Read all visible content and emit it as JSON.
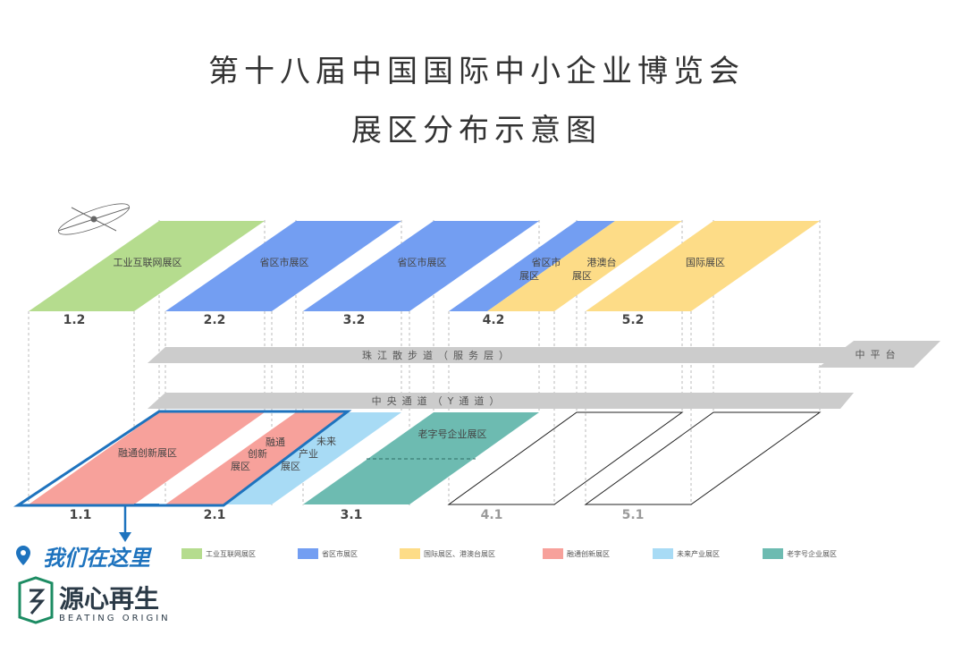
{
  "title_line1": "第十八届中国国际中小企业博览会",
  "title_line2": "展区分布示意图",
  "colors": {
    "industrial_internet": "#b5dc8e",
    "province_city": "#739ef2",
    "international_hk_macao_taiwan": "#fddc87",
    "integration_innovation": "#f7a19b",
    "future_industry": "#a8dbf5",
    "time_honored": "#6dbbb1",
    "walkway": "#cccccc",
    "highlight": "#1e73be"
  },
  "upper_halls": [
    {
      "number": "1.2",
      "zones": [
        "工业互联网展区"
      ]
    },
    {
      "number": "2.2",
      "zones": [
        "省区市展区"
      ]
    },
    {
      "number": "3.2",
      "zones": [
        "省区市展区"
      ]
    },
    {
      "number": "4.2",
      "zones": [
        "省区市",
        "展区",
        "港澳台",
        "展区"
      ]
    },
    {
      "number": "5.2",
      "zones": [
        "国际展区"
      ]
    }
  ],
  "lower_halls": [
    {
      "number": "1.1",
      "zones": [
        "融通创新展区"
      ]
    },
    {
      "number": "2.1",
      "zones": [
        "融通",
        "创新",
        "展区",
        "未来",
        "产业",
        "展区"
      ]
    },
    {
      "number": "3.1",
      "zones": [
        "老字号企业展区"
      ]
    },
    {
      "number": "4.1",
      "zones": []
    },
    {
      "number": "5.1",
      "zones": []
    }
  ],
  "bands": {
    "service_layer": "珠江散步道（服务层）",
    "platform": "中平台",
    "central_channel": "中央通道（Y通道）"
  },
  "legend": [
    {
      "label": "工业互联网展区",
      "color_key": "industrial_internet"
    },
    {
      "label": "省区市展区",
      "color_key": "province_city"
    },
    {
      "label": "国际展区、港澳台展区",
      "color_key": "international_hk_macao_taiwan"
    },
    {
      "label": "融通创新展区",
      "color_key": "integration_innovation"
    },
    {
      "label": "未来产业展区",
      "color_key": "future_industry"
    },
    {
      "label": "老字号企业展区",
      "color_key": "time_honored"
    }
  ],
  "here_label": "我们在这里",
  "brand": {
    "name": "源心再生",
    "sub": "BEATING ORIGIN"
  }
}
